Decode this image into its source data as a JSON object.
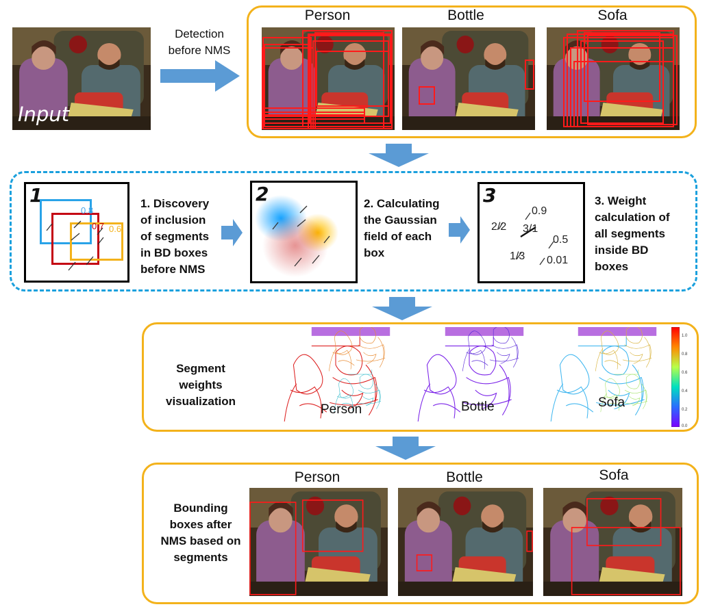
{
  "input_image": {
    "label": "Input"
  },
  "detection_step": {
    "label": "Detection before NMS"
  },
  "top_panel": {
    "titles": [
      "Person",
      "Bottle",
      "Sofa"
    ]
  },
  "steps": [
    {
      "number": "1",
      "text": "1. Discovery of inclusion of segments in BD boxes before NMS",
      "box_scores": [
        "0.8",
        "0.7",
        "0.6"
      ]
    },
    {
      "number": "2",
      "text": "2. Calculating the Gaussian field of each box"
    },
    {
      "number": "3",
      "text": "3. Weight calculation of all segments inside BD boxes",
      "weights": [
        "0.9",
        "2/2",
        "3/1",
        "0.5",
        "1/3",
        "0.01"
      ]
    }
  ],
  "weights_panel": {
    "title": "Segment weights visualization",
    "labels": [
      "Person",
      "Bottle",
      "Sofa"
    ],
    "colorbar_ticks": [
      "1.0",
      "0.8",
      "0.6",
      "0.4",
      "0.2",
      "0.0"
    ]
  },
  "result_panel": {
    "title": "Bounding boxes after NMS based on segments",
    "titles": [
      "Person",
      "Bottle",
      "Sofa"
    ]
  },
  "colors": {
    "accent_yellow": "#f3b21b",
    "accent_blue": "#1aa0dd",
    "arrow_blue": "#5b9bd5",
    "box_red": "#ff1a1a"
  }
}
